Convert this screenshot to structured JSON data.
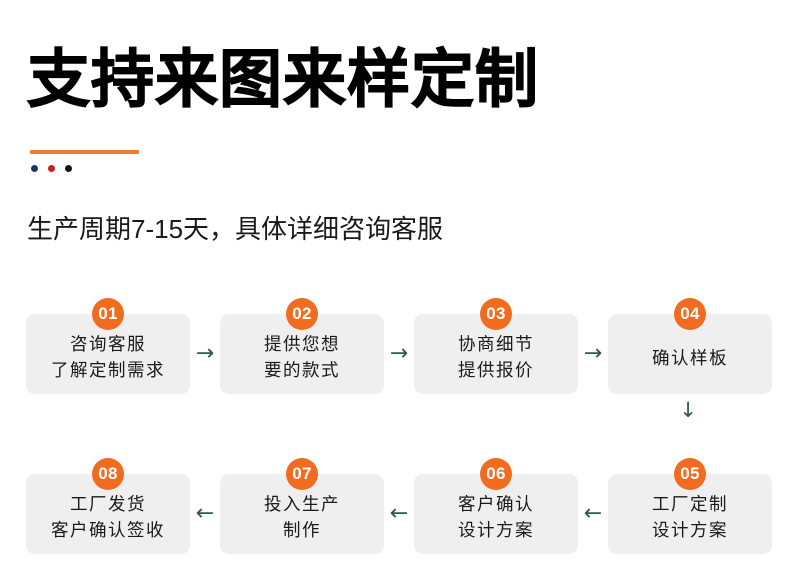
{
  "header": {
    "title": "支持来图来样定制",
    "subtitle": "生产周期7-15天，具体详细咨询客服",
    "accent_color": "#ED7D31",
    "dots": [
      {
        "name": "navy",
        "color": "#1F3368"
      },
      {
        "name": "red",
        "color": "#C4201E"
      },
      {
        "name": "black",
        "color": "#141414"
      }
    ]
  },
  "flow": {
    "badge_color": "#F26C20",
    "box_color": "#EFEFEF",
    "arrow_color": "#2E5A50",
    "arrow_right": "→",
    "arrow_left": "←",
    "arrow_down": "↓",
    "row1": [
      {
        "number": "01",
        "line1": "咨询客服",
        "line2": "了解定制需求"
      },
      {
        "number": "02",
        "line1": "提供您想",
        "line2": "要的款式"
      },
      {
        "number": "03",
        "line1": "协商细节",
        "line2": "提供报价"
      },
      {
        "number": "04",
        "line1": "确认样板",
        "line2": ""
      }
    ],
    "row2": [
      {
        "number": "08",
        "line1": "工厂发货",
        "line2": "客户确认签收"
      },
      {
        "number": "07",
        "line1": "投入生产",
        "line2": "制作"
      },
      {
        "number": "06",
        "line1": "客户确认",
        "line2": "设计方案"
      },
      {
        "number": "05",
        "line1": "工厂定制",
        "line2": "设计方案"
      }
    ]
  }
}
